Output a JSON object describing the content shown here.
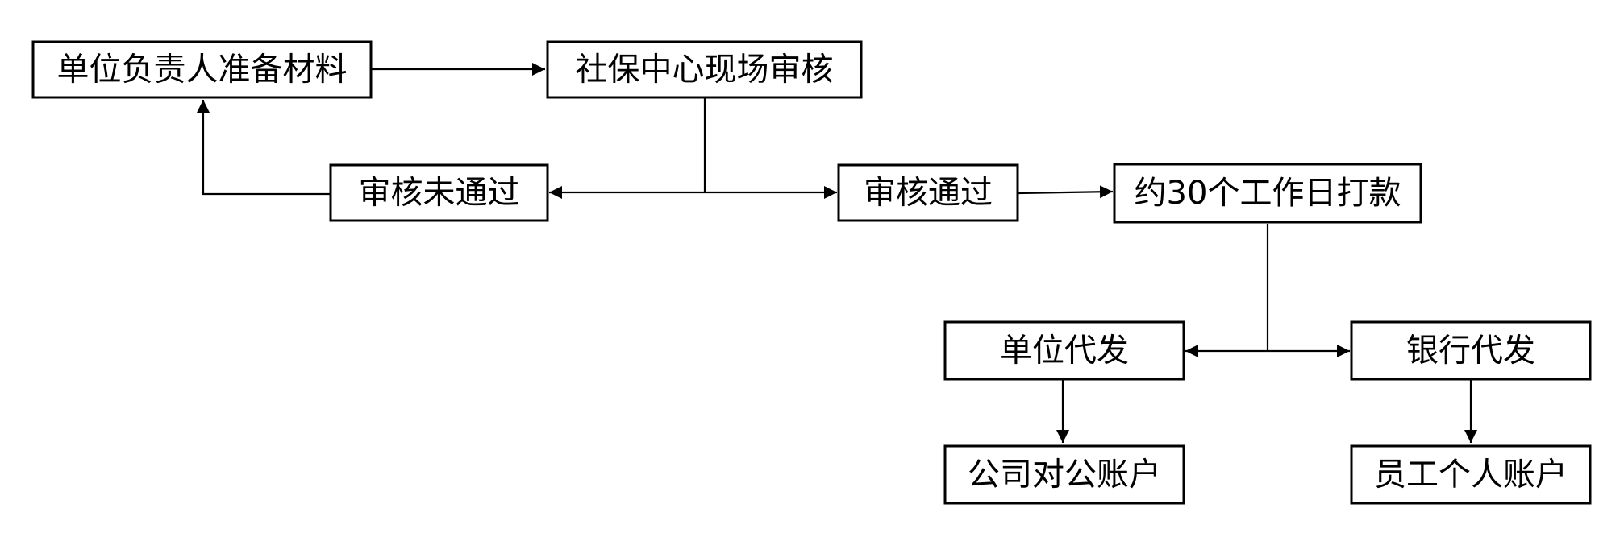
{
  "nodes": {
    "prepare_materials": "单位负责人准备材料",
    "on_site_review": "社保中心现场审核",
    "review_failed": "审核未通过",
    "review_passed": "审核通过",
    "payment": "约30个工作日打款",
    "company_distribution": "单位代发",
    "bank_distribution": "银行代发",
    "company_account": "公司对公账户",
    "employee_account": "员工个人账户"
  },
  "colors": {
    "line": "#000000",
    "box_fill": "#ffffff",
    "text": "#000000"
  }
}
